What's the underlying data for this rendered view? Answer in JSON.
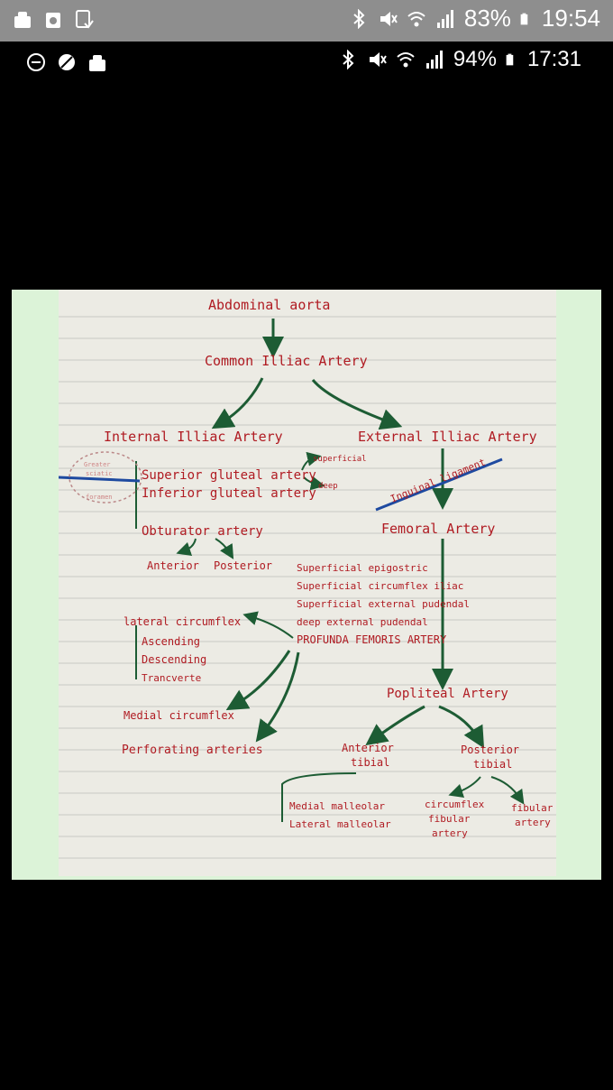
{
  "outer_status": {
    "battery": "83%",
    "time": "19:54",
    "left_icons": [
      "android-debug-icon",
      "recycle-icon",
      "download-icon"
    ],
    "right_icons": [
      "bluetooth-icon",
      "mute-icon",
      "wifi-icon",
      "signal-icon",
      "battery-icon"
    ]
  },
  "inner_status": {
    "battery": "94%",
    "time": "17:31",
    "left_icons": [
      "minus-circle-icon",
      "no-sync-icon",
      "android-debug-icon"
    ],
    "right_icons": [
      "bluetooth-icon",
      "mute-icon",
      "wifi-icon",
      "signal-icon",
      "battery-icon"
    ]
  },
  "notes": {
    "title": "Abdominal aorta",
    "common_iliac": "Common Illiac Artery",
    "internal_iliac": "Internal Illiac Artery",
    "external_iliac": "External Illiac Artery",
    "superior_gluteal": "Superior gluteal artery",
    "inferior_gluteal": "Inferior gluteal artery",
    "superficial": "superficial",
    "deep": "deep",
    "obturator": "Obturator artery",
    "anterior": "Anterior",
    "posterior": "Posterior",
    "inguinal": "Inguinal ligament",
    "femoral": "Femoral Artery",
    "femoral_branches": [
      "Superficial epigostric",
      "Superficial circumflex iliac",
      "Superficial external pudendal",
      "deep external pudendal",
      "PROFUNDA FEMORIS ARTERY"
    ],
    "lateral_circumflex": "lateral circumflex",
    "ascending": "Ascending",
    "descending": "Descending",
    "transverse": "Tranсverte",
    "medial_circumflex": "Medial circumflex",
    "perforating": "Perforating arteries",
    "popliteal": "Popliteal Artery",
    "anterior_tibial": [
      "Anterior",
      "tibial"
    ],
    "posterior_tibial": [
      "Posterior",
      "tibial"
    ],
    "medial_malleolar": "Medial malleolar",
    "lateral_malleolar": "Lateral malleolar",
    "circumflex_fibular": [
      "circumflex",
      "fibular",
      "artery"
    ],
    "fibular": [
      "fibular",
      "artery"
    ],
    "sciatic_labels": [
      "Greater",
      "sciatic",
      "foramen"
    ],
    "colors": {
      "ink_red": "#b01b22",
      "ink_green": "#1d5c34",
      "ink_blue": "#1e4aa0",
      "paper": "#ecebe4",
      "bg_green": "#dcf3d8"
    }
  }
}
